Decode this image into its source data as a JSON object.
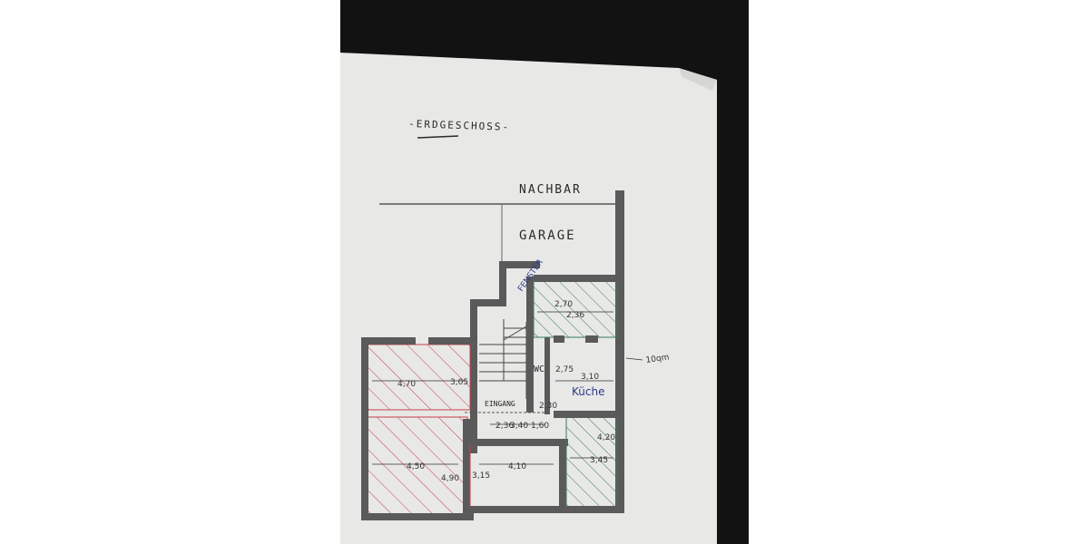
{
  "plan": {
    "title": "-ERDGESCHOSS-",
    "neighbor": "NACHBAR",
    "garage": "GARAGE",
    "fenster": "FENSTER",
    "wc": "WC",
    "eingang": "EINGANG",
    "kueche": "Küche",
    "side_label": "10qm"
  },
  "dimensions": {
    "top_room_w": "2,70",
    "top_room_h": "2,36",
    "kitchen_h": "2,75",
    "kitchen_w": "3,10",
    "hall_w": "2,30",
    "entrance_1": "2,36",
    "entrance_2": "3,40",
    "entrance_3": "1,60",
    "room_red1_w": "4,70",
    "room_red1_h": "3,05",
    "room_red2_w": "4,50",
    "room_red2_h": "4,90",
    "room_mid_w": "4,10",
    "room_mid_h": "3,15",
    "room_green2_h": "4,20",
    "room_green2_w": "3,45"
  },
  "colors": {
    "paper": "#e8e8e6",
    "background": "#121212",
    "wall": "#5a5a5a",
    "red_hatch": "#c8404a",
    "green_hatch": "#3d7a5c",
    "ink_blue": "#2b3a8a"
  }
}
